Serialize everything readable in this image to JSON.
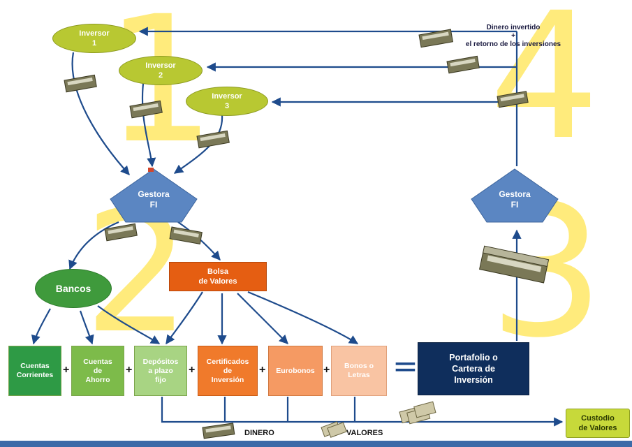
{
  "numbers": {
    "n1": "1",
    "n2": "2",
    "n3": "3",
    "n4": "4"
  },
  "investors": [
    {
      "line1": "Inversor",
      "line2": "1"
    },
    {
      "line1": "Inversor",
      "line2": "2"
    },
    {
      "line1": "Inversor",
      "line2": "3"
    }
  ],
  "return_note": {
    "line1": "Dinero invertido",
    "line2": "+",
    "line3": "el retorno de los inversiones"
  },
  "gestora_left": {
    "line1": "Gestora",
    "line2": "FI"
  },
  "gestora_right": {
    "line1": "Gestora",
    "line2": "FI"
  },
  "bancos": "Bancos",
  "bolsa": {
    "line1": "Bolsa",
    "line2": "de Valores"
  },
  "instruments": [
    {
      "line1": "Cuentas",
      "line2": "Corrientes",
      "line3": ""
    },
    {
      "line1": "Cuentas",
      "line2": "de",
      "line3": "Ahorro"
    },
    {
      "line1": "Depósitos",
      "line2": "a plazo",
      "line3": "fijo"
    },
    {
      "line1": "Certificados",
      "line2": "de",
      "line3": "Inversión"
    },
    {
      "line1": "Eurobonos",
      "line2": "",
      "line3": ""
    },
    {
      "line1": "Bonos o",
      "line2": "Letras",
      "line3": ""
    }
  ],
  "operators": {
    "plus": "+",
    "equals": "="
  },
  "portafolio": {
    "line1": "Portafolio o",
    "line2": "Cartera de",
    "line3": "Inversión"
  },
  "custodio": {
    "line1": "Custodio",
    "line2": "de Valores"
  },
  "legend": {
    "money": "DINERO",
    "securities": "VALORES"
  },
  "colors": {
    "number_yellow": "#ffe866",
    "arrow_blue": "#1e4b8c",
    "pentagon": "#5b86c2",
    "bancos": "#3f9a3c",
    "bolsa": "#e55e12",
    "portafolio": "#0f2e5c",
    "custodio": "#c7d93a",
    "cuentas_corrientes": "#2e9a45",
    "cuentas_ahorro": "#7dbb4a",
    "depositos": "#a8d483",
    "certificados": "#f07a2b",
    "eurobonos": "#f59a63",
    "bonos_letras": "#f9c4a3",
    "bottom_bar": "#3c6aa8"
  },
  "icons": {
    "money": "money-stack-icon",
    "securities": "document-bundle-icon"
  }
}
